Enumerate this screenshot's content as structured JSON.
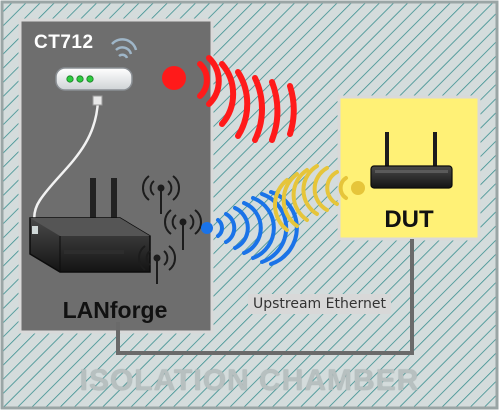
{
  "title": "ISOLATION CHAMBER",
  "nodes": {
    "ap": "CT712",
    "lanforge": "LANforge",
    "dut": "DUT"
  },
  "link_label": "Upstream Ethernet",
  "colors": {
    "chamber_fill": "#d4dcdc",
    "hatch": "#2e8c8c",
    "lanforge_panel": "#6e6e6e",
    "dut_panel": "#fff176",
    "signal_red": "#ff1a1a",
    "signal_blue": "#1a73e8",
    "signal_yellow": "#e6c53a",
    "cable": "#6a6a6a"
  }
}
